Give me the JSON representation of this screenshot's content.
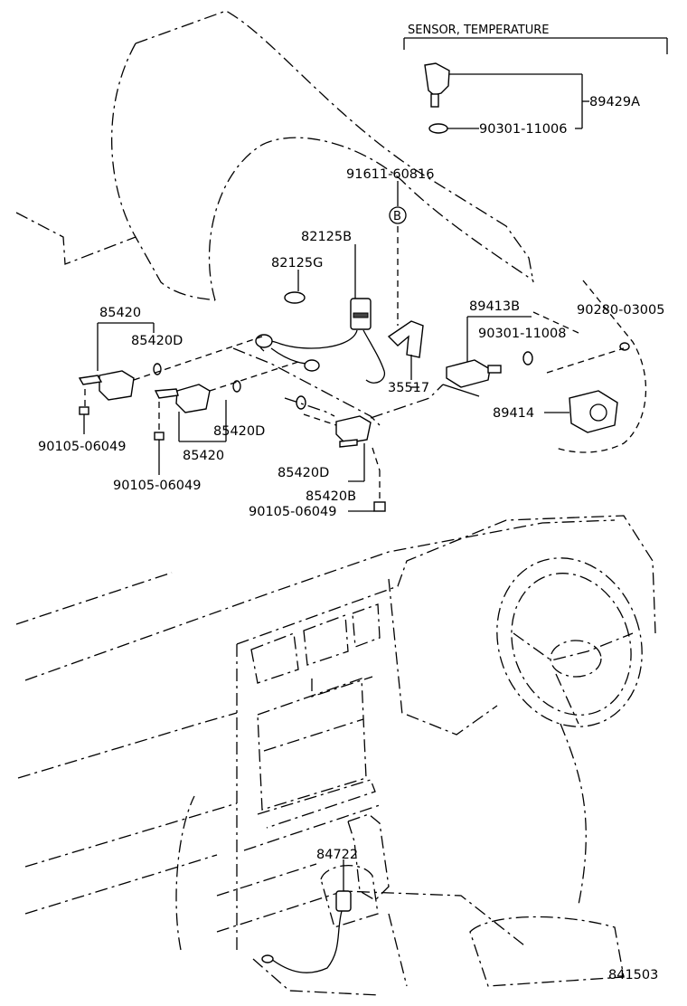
{
  "header": {
    "section_title": "SENSOR, TEMPERATURE"
  },
  "labels": {
    "p89429A": "89429A",
    "p90301_11006": "90301-11006",
    "p91611_60816": "91611-60816",
    "callout_B": "B",
    "p82125B": "82125B",
    "p82125G": "82125G",
    "p85420_a": "85420",
    "p85420D_a": "85420D",
    "p89413B": "89413B",
    "p90280_03005": "90280-03005",
    "p90301_11008": "90301-11008",
    "p35517": "35517",
    "p89414": "89414",
    "p90105_06049_a": "90105-06049",
    "p85420D_b": "85420D",
    "p85420_b": "85420",
    "p90105_06049_b": "90105-06049",
    "p85420D_c": "85420D",
    "p85420B": "85420B",
    "p90105_06049_c": "90105-06049",
    "p84722": "84722",
    "p841503": "841503"
  }
}
